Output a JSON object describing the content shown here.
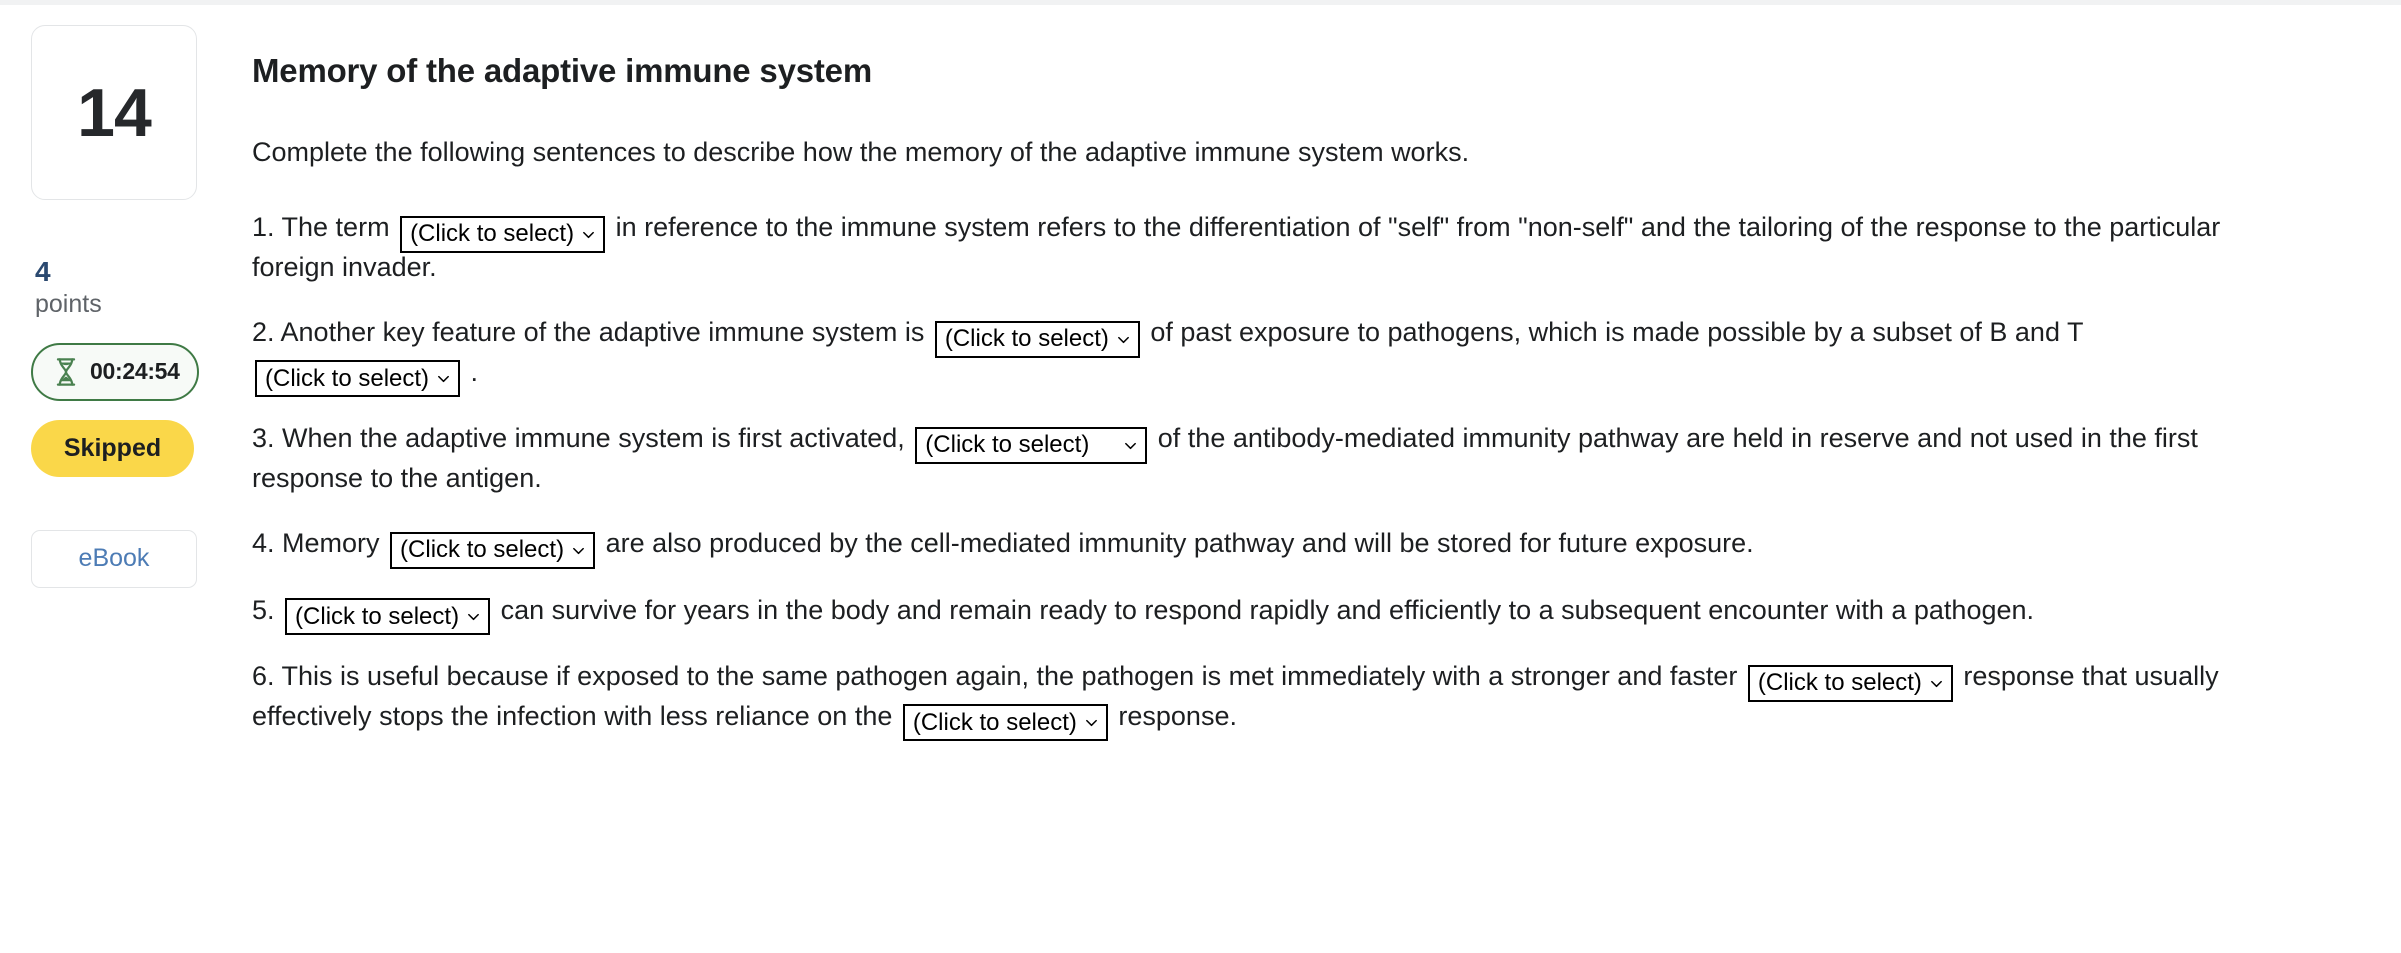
{
  "sidebar": {
    "question_number": "14",
    "points_value": "4",
    "points_label": "points",
    "timer": "00:24:54",
    "timer_icon": "hourglass-icon",
    "status": "Skipped",
    "ebook_label": "eBook",
    "colors": {
      "points_value": "#2b4970",
      "timer_border": "#3f7a45",
      "timer_icon": "#4a8150",
      "status_bg": "#fad749",
      "ebook_text": "#4d7cb5"
    }
  },
  "main": {
    "title": "Memory of the adaptive immune system",
    "intro": "Complete the following sentences to describe how the memory of the adaptive immune system works.",
    "select_placeholder": "(Click to select)",
    "items": [
      {
        "number": "1.",
        "parts": [
          {
            "type": "text",
            "value": "1. The term "
          },
          {
            "type": "select",
            "id": "select-1",
            "value": "(Click to select)",
            "width": "normal"
          },
          {
            "type": "text",
            "value": " in reference to the immune system refers to the differentiation of \"self\" from \"non-self\" and the tailoring of the response to the particular foreign invader."
          }
        ]
      },
      {
        "number": "2.",
        "parts": [
          {
            "type": "text",
            "value": "2. Another key feature of the adaptive immune system is "
          },
          {
            "type": "select",
            "id": "select-2",
            "value": "(Click to select)",
            "width": "normal"
          },
          {
            "type": "text",
            "value": " of past exposure to pathogens, which is made possible by a subset of B and T "
          },
          {
            "type": "select",
            "id": "select-3",
            "value": "(Click to select)",
            "width": "normal"
          },
          {
            "type": "text",
            "value": " ."
          }
        ]
      },
      {
        "number": "3.",
        "parts": [
          {
            "type": "text",
            "value": "3. When the adaptive immune system is first activated, "
          },
          {
            "type": "select",
            "id": "select-4",
            "value": "(Click to select)",
            "width": "wide"
          },
          {
            "type": "text",
            "value": " of the antibody-mediated immunity pathway are held in reserve and not used in the first response to the antigen."
          }
        ]
      },
      {
        "number": "4.",
        "parts": [
          {
            "type": "text",
            "value": "4. Memory "
          },
          {
            "type": "select",
            "id": "select-5",
            "value": "(Click to select)",
            "width": "normal"
          },
          {
            "type": "text",
            "value": " are also produced by the cell-mediated immunity pathway and will be stored for future exposure."
          }
        ]
      },
      {
        "number": "5.",
        "parts": [
          {
            "type": "text",
            "value": "5. "
          },
          {
            "type": "select",
            "id": "select-6",
            "value": "(Click to select)",
            "width": "normal"
          },
          {
            "type": "text",
            "value": " can survive for years in the body and remain ready to respond rapidly and efficiently to a subsequent encounter with a pathogen."
          }
        ]
      },
      {
        "number": "6.",
        "parts": [
          {
            "type": "text",
            "value": "6. This is useful because if exposed to the same pathogen again, the pathogen is met immediately with a stronger and faster "
          },
          {
            "type": "select",
            "id": "select-7",
            "value": "(Click to select)",
            "width": "normal"
          },
          {
            "type": "text",
            "value": " response that usually effectively stops the infection with less reliance on the "
          },
          {
            "type": "select",
            "id": "select-8",
            "value": "(Click to select)",
            "width": "normal"
          },
          {
            "type": "text",
            "value": " response."
          }
        ]
      }
    ]
  }
}
